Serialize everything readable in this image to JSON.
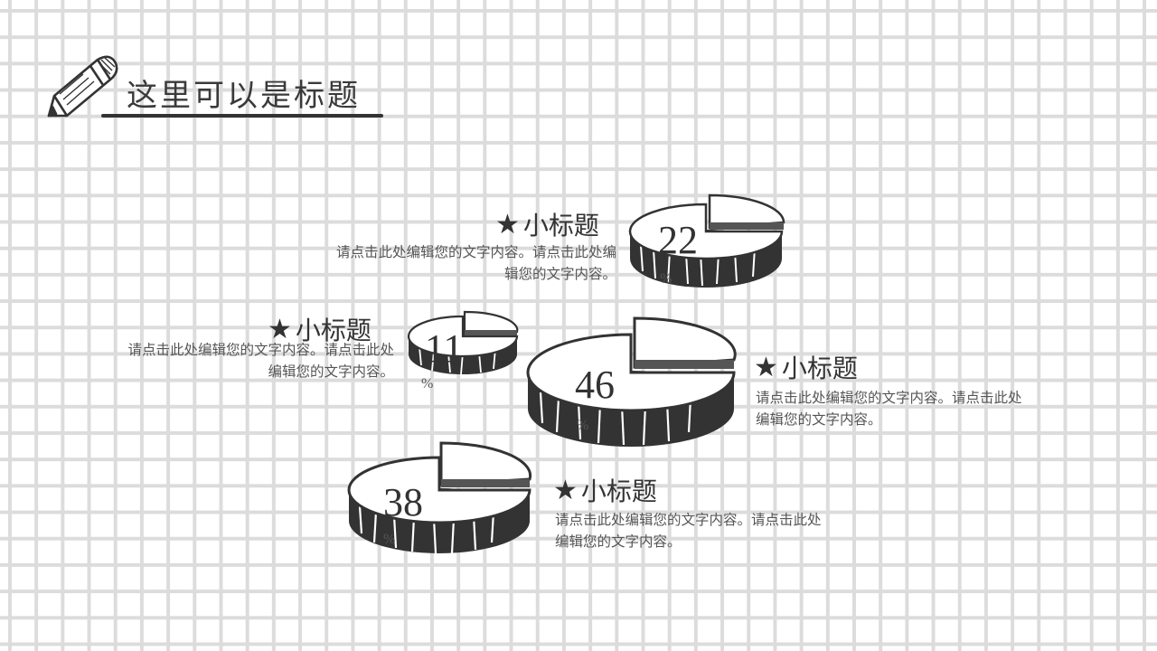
{
  "title": "这里可以是标题",
  "icons": {
    "title_icon": "pencil-icon",
    "item_icon": "star-icon"
  },
  "items": [
    {
      "heading": "小标题",
      "value": "22",
      "unit": "%",
      "text_line1": "请点击此处编辑您的文字内容。请点击此处编",
      "text_line2": "辑您的文字内容。"
    },
    {
      "heading": "小标题",
      "value": "11",
      "unit": "%",
      "text_line1": "请点击此处编辑您的文字内容。请点击此处",
      "text_line2": "编辑您的文字内容。"
    },
    {
      "heading": "小标题",
      "value": "46",
      "unit": "%",
      "text_line1": "请点击此处编辑您的文字内容。请点击此处",
      "text_line2": "编辑您的文字内容。"
    },
    {
      "heading": "小标题",
      "value": "38",
      "unit": "%",
      "text_line1": "请点击此处编辑您的文字内容。请点击此处",
      "text_line2": "编辑您的文字内容。"
    }
  ],
  "chart_data": {
    "type": "pie",
    "title": "",
    "categories": [
      "小标题",
      "小标题",
      "小标题",
      "小标题"
    ],
    "values": [
      22,
      11,
      46,
      38
    ],
    "unit": "%",
    "style": "hand-drawn 3D pie discs, each with a quarter wedge cut out"
  }
}
